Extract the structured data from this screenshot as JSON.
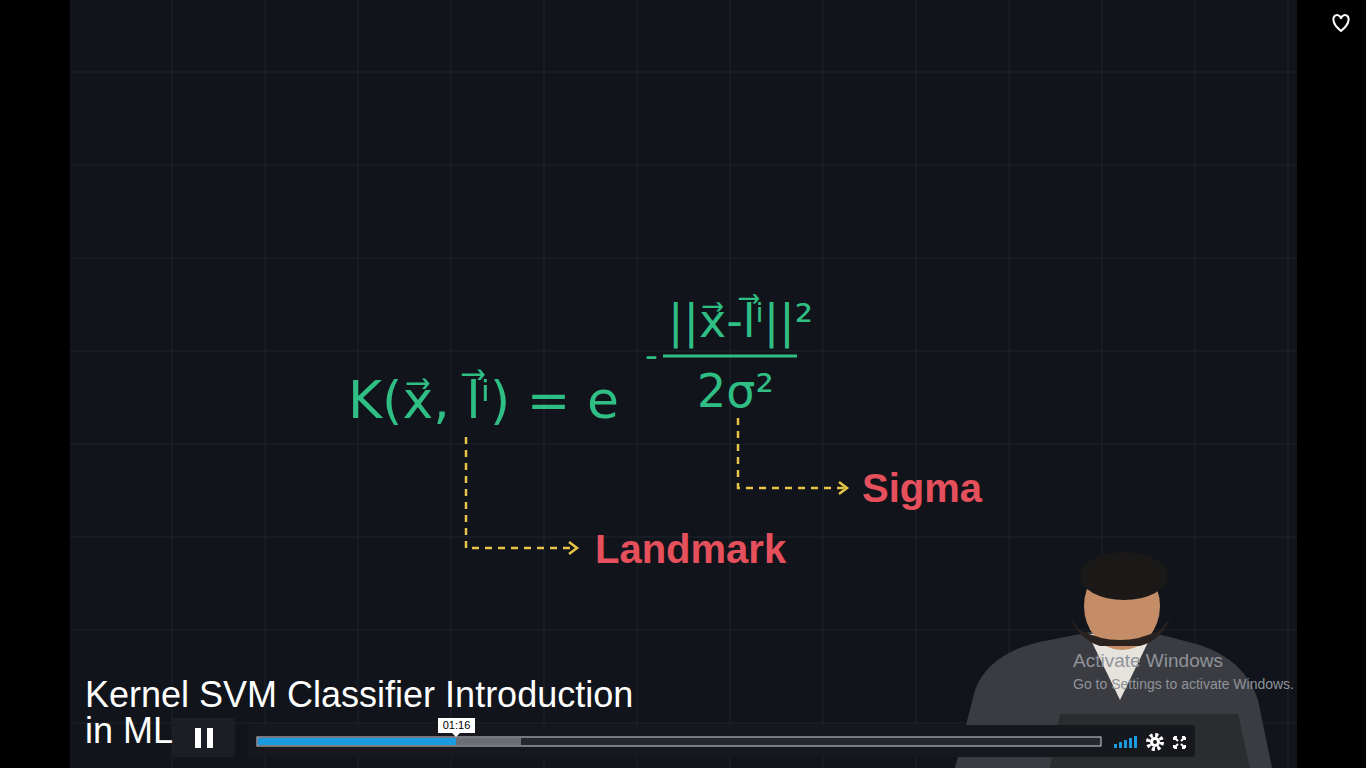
{
  "diagram": {
    "title": "Kernel SVM Classifier Introduction in ML",
    "labels": [
      "K(x⃗, l⃗ⁱ) = e",
      "-",
      "||x⃗-l⃗ⁱ||²",
      "2σ²",
      "Sigma",
      "Landmark",
      "01:16",
      "Activate Windows",
      "Go to Settings to activate Windows."
    ]
  }
}
